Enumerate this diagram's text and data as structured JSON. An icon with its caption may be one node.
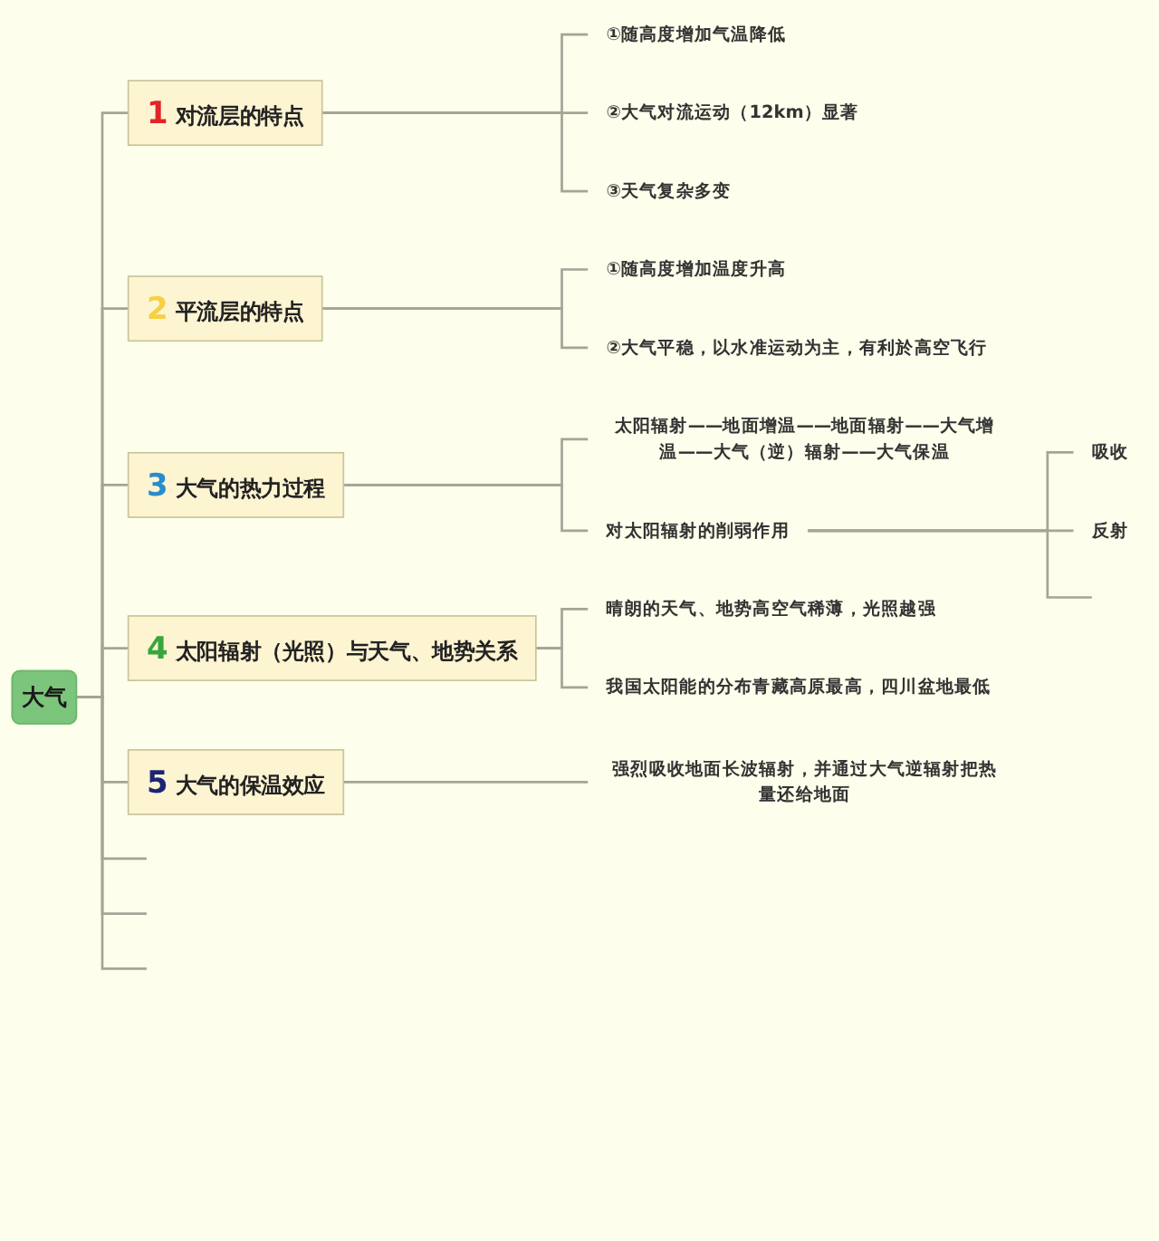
{
  "diagram": {
    "nodes": [
      {
        "text": [
          "大气"
        ]
      },
      {
        "text": [
          "1",
          "对流层的特点"
        ]
      },
      {
        "text": [
          "①随高度增加气温降低"
        ]
      },
      {
        "text": [
          "②大气对流运动（12km）显著"
        ]
      },
      {
        "text": [
          "③天气复杂多变"
        ]
      },
      {
        "text": [
          "2",
          "平流层的特点"
        ]
      },
      {
        "text": [
          "①随高度增加温度升高"
        ]
      },
      {
        "text": [
          "②大气平稳，以水准运动为主，有利於高空飞行"
        ]
      },
      {
        "text": [
          "3",
          "大气的热力过程"
        ]
      },
      {
        "text": [
          "太阳辐射——地面增温——地面辐射——大气增温——大气（逆）辐射——大气保温"
        ]
      },
      {
        "text": [
          "对太阳辐射的削弱作用"
        ]
      },
      {
        "text": [
          "吸收"
        ]
      },
      {
        "text": [
          "反射"
        ]
      },
      {
        "text": [
          "4",
          "太阳辐射（光照）与天气、地势关系"
        ]
      },
      {
        "text": [
          "晴朗的天气、地势高空气稀薄，光照越强"
        ]
      },
      {
        "text": [
          "我国太阳能的分布青藏高原最高，四川盆地最低"
        ]
      },
      {
        "text": [
          "5",
          "大气的保温效应"
        ]
      },
      {
        "text": [
          "强烈吸收地面长波辐射，并通过大气逆辐射把热量还给地面"
        ]
      }
    ],
    "edges": [
      {
        "from": 0,
        "to": 1,
        "arrow": "none"
      },
      {
        "from": 1,
        "to": 2,
        "arrow": "none"
      },
      {
        "from": 1,
        "to": 3,
        "arrow": "none"
      },
      {
        "from": 1,
        "to": 4,
        "arrow": "none"
      },
      {
        "from": 0,
        "to": 5,
        "arrow": "none"
      },
      {
        "from": 5,
        "to": 6,
        "arrow": "none"
      },
      {
        "from": 5,
        "to": 7,
        "arrow": "none"
      },
      {
        "from": 0,
        "to": 8,
        "arrow": "none"
      },
      {
        "from": 8,
        "to": 9,
        "arrow": "none"
      },
      {
        "from": 8,
        "to": 10,
        "arrow": "none"
      },
      {
        "from": 10,
        "to": 11,
        "arrow": "none"
      },
      {
        "from": 10,
        "to": 12,
        "arrow": "none"
      },
      {
        "from": 10,
        "to": null,
        "arrow": "none"
      },
      {
        "from": 0,
        "to": 13,
        "arrow": "none"
      },
      {
        "from": 13,
        "to": 14,
        "arrow": "none"
      },
      {
        "from": 13,
        "to": 15,
        "arrow": "none"
      },
      {
        "from": 0,
        "to": 16,
        "arrow": "none"
      },
      {
        "from": 16,
        "to": 17,
        "arrow": "none"
      },
      {
        "from": 0,
        "to": null,
        "arrow": "none"
      },
      {
        "from": 0,
        "to": null,
        "arrow": "none"
      },
      {
        "from": 0,
        "to": null,
        "arrow": "none"
      }
    ]
  }
}
